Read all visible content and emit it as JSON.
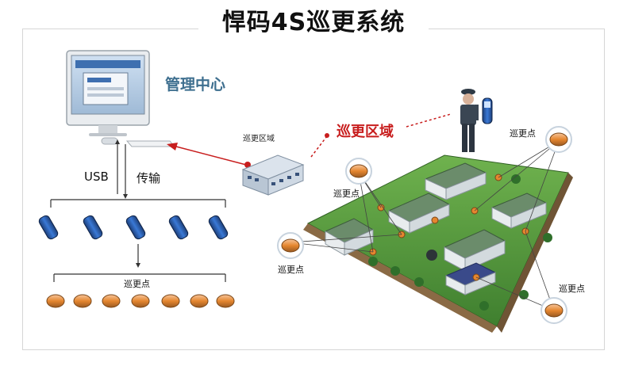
{
  "title": "悍码4S巡更系统",
  "management_center_label": "管理中心",
  "patrol_region_label": "巡更区域",
  "region_building_label": "巡更区域",
  "usb_label": "USB",
  "transfer_label": "传输",
  "checkpoint_labels": {
    "bottom_row": "巡更点",
    "top_left": "巡更点",
    "top_right": "巡更点",
    "middle_left": "巡更点",
    "bottom_right": "巡更点"
  },
  "colors": {
    "title_text": "#111111",
    "center_text": "#3e6f8f",
    "region_text": "#c81e1e",
    "arrow_red": "#c81e1e",
    "reader_blue": "#2a66c9",
    "checkpoint_orange": "#e5862f",
    "lawn_green": "#4d9a3a",
    "roof_green": "#5b7d5b"
  }
}
